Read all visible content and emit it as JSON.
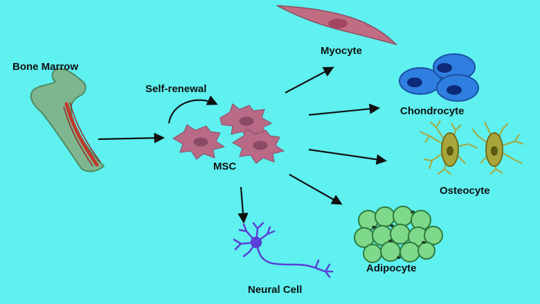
{
  "diagram": {
    "labels": {
      "bone_marrow": "Bone Marrow",
      "self_renewal": "Self-renewal",
      "msc": "MSC",
      "myocyte": "Myocyte",
      "chondrocyte": "Chondrocyte",
      "osteocyte": "Osteocyte",
      "adipocyte": "Adipocyte",
      "neural_cell": "Neural Cell"
    },
    "colors": {
      "background": "#5ff0f0",
      "bone": "#7fb68f",
      "marrow": "#c0392b",
      "msc_cell": "#b86a86",
      "myocyte": "#c06c82",
      "chondrocyte": "#2f7fe0",
      "osteocyte": "#a8a63a",
      "adipocyte": "#7ed98a",
      "neuron": "#5a3fd6",
      "arrow": "#111111"
    }
  }
}
